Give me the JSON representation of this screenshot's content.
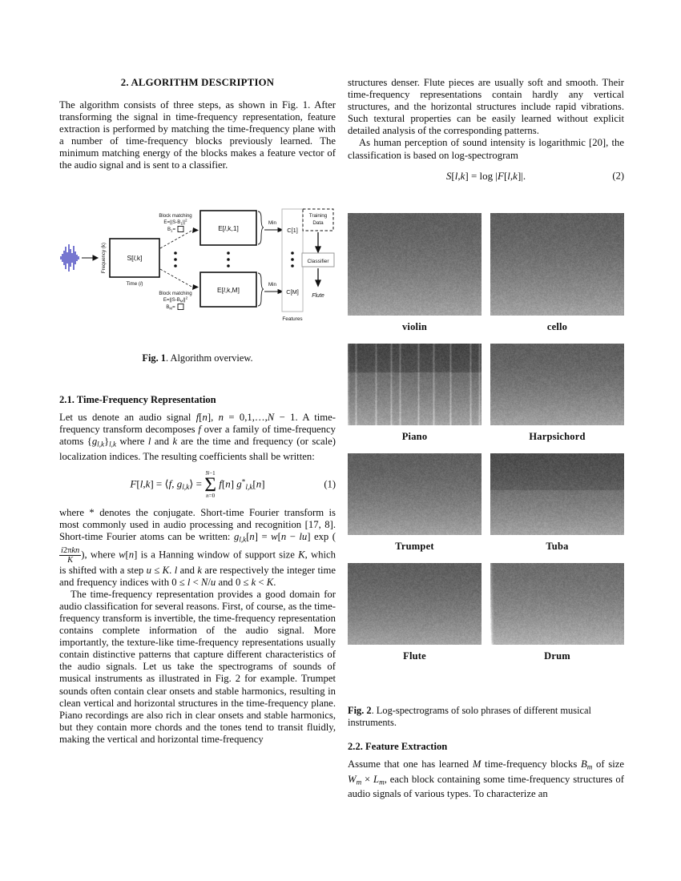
{
  "left_column": {
    "section_title": "2.  ALGORITHM DESCRIPTION",
    "para1": "The algorithm consists of three steps, as shown in Fig. 1. After transforming the signal in time-frequency representation, feature extraction is performed by matching the time-frequency plane with a number of time-frequency blocks previously learned. The minimum matching energy of the blocks makes a feature vector of the audio signal and is sent to a classifier.",
    "fig1_caption_label": "Fig. 1",
    "fig1_caption_text": ". Algorithm overview.",
    "subsection1_title": "2.1.  Time-Frequency Representation",
    "para2_a": "Let us denote an audio signal ",
    "para2_b": "A time-frequency transform decomposes ",
    "para2_c": " over a family of time-frequency atoms ",
    "para2_d": " where ",
    "para2_e": " and ",
    "para2_f": " are the time and frequency (or scale) localization indices. The resulting coefficients shall be written:",
    "eq1_number": "(1)",
    "para3": "where * denotes the conjugate.  Short-time Fourier transform is most commonly used in audio processing and recognition [17, 8].  Short-time Fourier atoms can be written:",
    "para3_tail": ", where",
    "para3_tail2": "is a Hanning window of support size",
    "para3_tail3": ", which is shifted with a step",
    "para3_tail4": ".",
    "para3_tail5": "and",
    "para3_tail6": "are respectively the integer time and frequency indices with",
    "para3_tail7": "and",
    "para4": "The time-frequency representation provides a good domain for audio classification for several reasons.  First, of course, as the time-frequency transform is invertible, the time-frequency representation contains complete information of the audio signal.  More importantly, the texture-like time-frequency representations usually contain distinctive patterns that capture different characteristics of the audio signals. Let us take the spectrograms of sounds of musical instruments as illustrated in Fig. 2 for example.  Trumpet sounds often contain clear onsets and stable harmonics, resulting in clean vertical and horizontal structures in the time-frequency plane. Piano recordings are also rich in clear onsets and stable harmonics, but they contain more chords and the tones tend to transit fluidly, making the vertical and horizontal time-frequency"
  },
  "right_column": {
    "para1": "structures denser.  Flute pieces are usually soft and smooth. Their time-frequency representations contain hardly any vertical structures, and the horizontal structures include rapid vibrations.  Such textural properties can be easily learned without explicit detailed analysis of the corresponding patterns.",
    "para2": "As human perception of sound intensity is logarithmic [20], the classification is based on log-spectrogram",
    "eq2_number": "(2)",
    "fig2_caption_label": "Fig. 2",
    "fig2_caption_text": ". Log-spectrograms of solo phrases of different musical instruments.",
    "subsection2_title": "2.2.  Feature Extraction",
    "para3": "Assume that one has learned M time-frequency blocks Bm of size Wm × Lm, each block containing some time-frequency structures of audio signals of various types. To characterize an"
  },
  "figure1": {
    "waveform_color": "#1a1ab0",
    "labels": {
      "freq_axis": "Frequency (k)",
      "time_axis": "Time (l)",
      "spectrogram_box": "S[l,k]",
      "block_match_top_line1": "Block matching",
      "block_match_top_line2": "E=||S-B1||2",
      "block_match_top_line3": "B1=",
      "block_match_bot_line1": "Block matching",
      "block_match_bot_line2": "E=||S-BM||2",
      "block_match_bot_line3": "BM=",
      "energy_top": "E[l,k,1]",
      "energy_bot": "E[l,k,M]",
      "min_top": "Min",
      "min_bot": "Min",
      "feature_top": "C[1]",
      "feature_bot": "C[M]",
      "features_caption": "Features",
      "training_data_line1": "Training",
      "training_data_line2": "Data",
      "classifier": "Classifier",
      "output": "Flute"
    }
  },
  "figure2": {
    "rows": [
      [
        {
          "label": "violin",
          "kind": "harmonic-bands",
          "seed": 11
        },
        {
          "label": "cello",
          "kind": "dense-harmonic",
          "seed": 23
        }
      ],
      [
        {
          "label": "Piano",
          "kind": "chordal",
          "seed": 37
        },
        {
          "label": "Harpsichord",
          "kind": "plucked-grid",
          "seed": 41
        }
      ],
      [
        {
          "label": "Trumpet",
          "kind": "clean-harmonic",
          "seed": 59
        },
        {
          "label": "Tuba",
          "kind": "onset-vertical",
          "seed": 67
        }
      ],
      [
        {
          "label": "Flute",
          "kind": "smooth-vibrato",
          "seed": 83
        },
        {
          "label": "Drum",
          "kind": "broadband-vertical",
          "seed": 97
        }
      ]
    ]
  }
}
